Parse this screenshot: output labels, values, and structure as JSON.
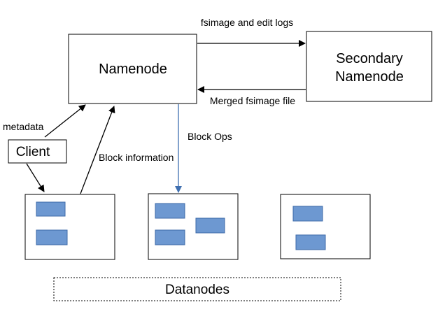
{
  "nodes": {
    "namenode": "Namenode",
    "secondary_line1": "Secondary",
    "secondary_line2": "Namenode",
    "client": "Client",
    "datanodes": "Datanodes"
  },
  "edges": {
    "fsimage_edit_logs": "fsimage and edit logs",
    "merged_fsimage": "Merged fsimage file",
    "metadata": "metadata",
    "block_information": "Block information",
    "block_ops": "Block Ops"
  },
  "colors": {
    "block_fill": "#6d98d1",
    "block_ops_arrow": "#3f6fb0"
  }
}
